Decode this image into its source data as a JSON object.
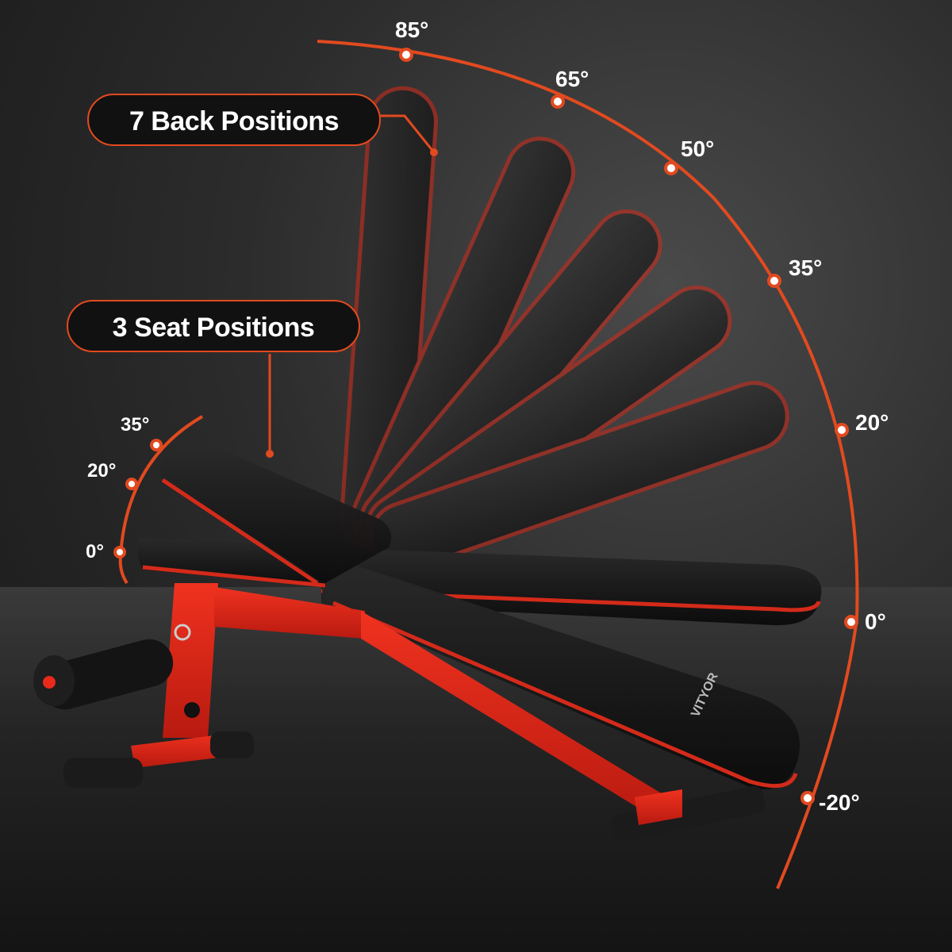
{
  "labels": {
    "back_positions": "7 Back Positions",
    "seat_positions": "3  Seat Positions"
  },
  "back_angles": [
    "85°",
    "65°",
    "50°",
    "35°",
    "20°",
    "0°",
    "-20°"
  ],
  "seat_angles": [
    "35°",
    "20°",
    "0°"
  ],
  "brand": "VITYOR",
  "colors": {
    "accent": "#e24a1f",
    "frame_red": "#e8291c",
    "pad_black": "#161616",
    "label_bg": "#111111"
  }
}
